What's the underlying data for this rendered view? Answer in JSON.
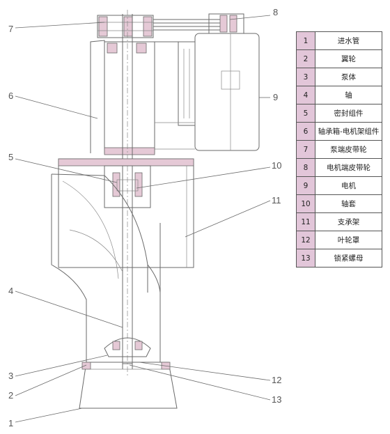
{
  "callouts": [
    "1",
    "2",
    "3",
    "4",
    "5",
    "6",
    "7",
    "8",
    "9",
    "10",
    "11",
    "12",
    "13"
  ],
  "legend": [
    {
      "num": "1",
      "name": "进水管"
    },
    {
      "num": "2",
      "name": "翼轮"
    },
    {
      "num": "3",
      "name": "泵体"
    },
    {
      "num": "4",
      "name": "轴"
    },
    {
      "num": "5",
      "name": "密封组件"
    },
    {
      "num": "6",
      "name": "轴承箱-电机架组件"
    },
    {
      "num": "7",
      "name": "泵端皮带轮"
    },
    {
      "num": "8",
      "name": "电机端皮带轮"
    },
    {
      "num": "9",
      "name": "电机"
    },
    {
      "num": "10",
      "name": "轴套"
    },
    {
      "num": "11",
      "name": "支承架"
    },
    {
      "num": "12",
      "name": "叶轮罩"
    },
    {
      "num": "13",
      "name": "锁紧螺母"
    }
  ],
  "colors": {
    "highlight": "#e2c6d9",
    "line": "#6a6a6a"
  }
}
